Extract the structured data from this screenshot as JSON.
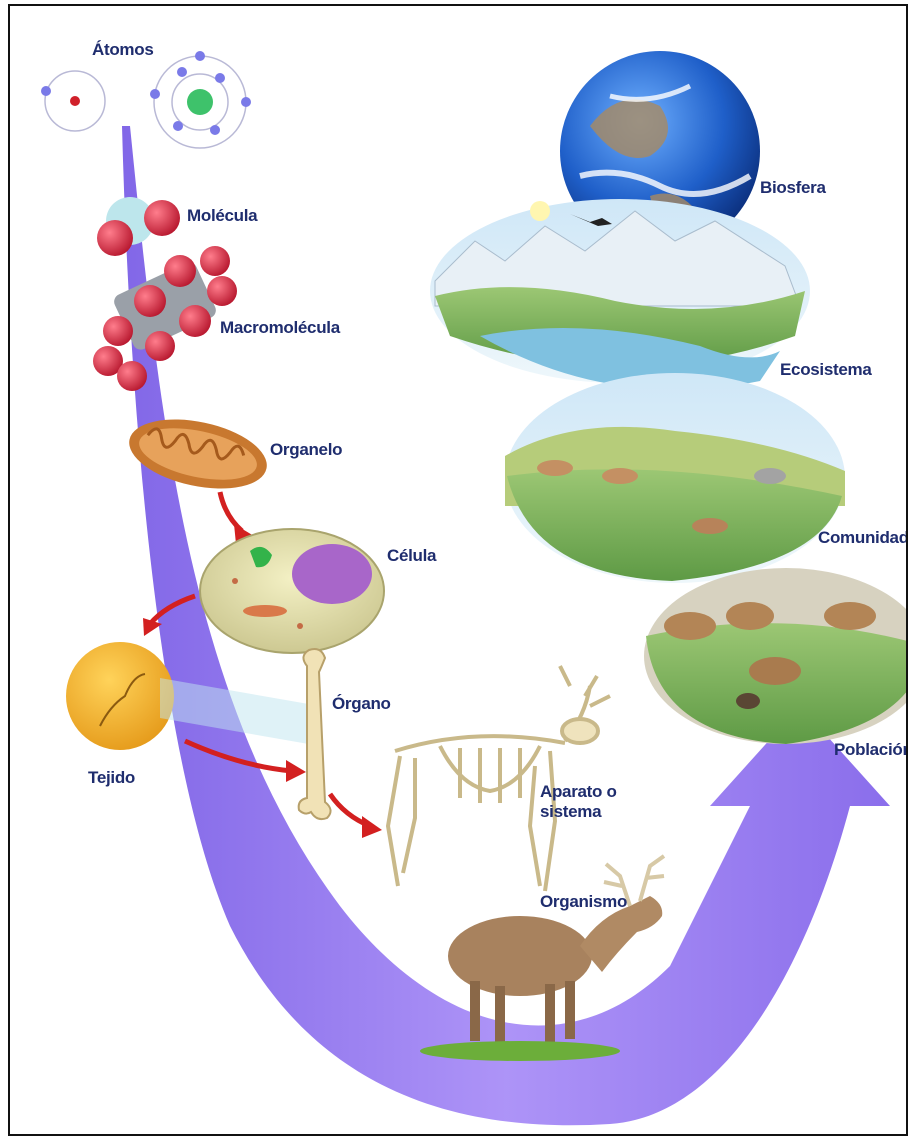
{
  "diagram": {
    "levels": [
      {
        "key": "atomos",
        "label": "Átomos"
      },
      {
        "key": "molecula",
        "label": "Molécula"
      },
      {
        "key": "macromolecula",
        "label": "Macromolécula"
      },
      {
        "key": "organelo",
        "label": "Organelo"
      },
      {
        "key": "celula",
        "label": "Célula"
      },
      {
        "key": "tejido",
        "label": "Tejido"
      },
      {
        "key": "organo",
        "label": "Órgano"
      },
      {
        "key": "aparato",
        "label": "Aparato o sistema"
      },
      {
        "key": "organismo",
        "label": "Organismo"
      },
      {
        "key": "poblacion",
        "label": "Población"
      },
      {
        "key": "comunidad",
        "label": "Comunidad"
      },
      {
        "key": "ecosistema",
        "label": "Ecosistema"
      },
      {
        "key": "biosfera",
        "label": "Biosfera"
      }
    ],
    "colors": {
      "label": "#1f2d6e",
      "arrow": "#9b7ff0",
      "arrow_dark": "#7a5ce0",
      "red_arrow": "#d32020",
      "atom_electron": "#7a7ae8",
      "molecule_red": "#d8304a",
      "ocean_blue": "#1f5fc9"
    }
  }
}
